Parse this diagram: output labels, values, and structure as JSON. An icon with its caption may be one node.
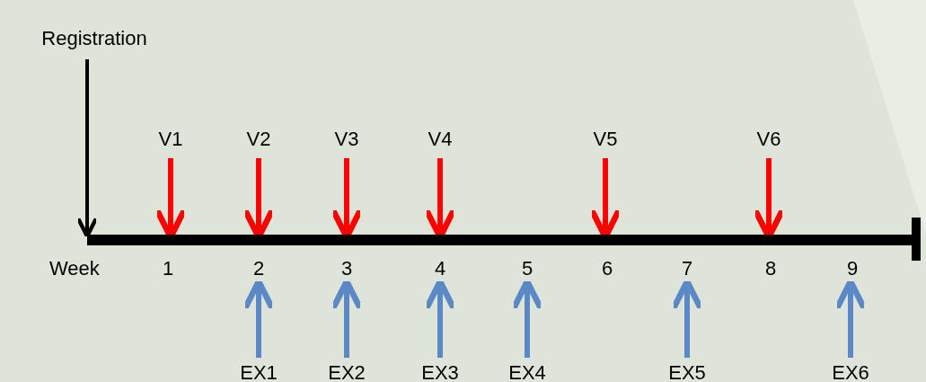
{
  "diagram": {
    "nodes": [
      {
        "text": [
          "Registration"
        ]
      },
      {
        "text": [
          "V1"
        ]
      },
      {
        "text": [
          "V2"
        ]
      },
      {
        "text": [
          "V3"
        ]
      },
      {
        "text": [
          "V4"
        ]
      },
      {
        "text": [
          "V5"
        ]
      },
      {
        "text": [
          "V6"
        ]
      },
      {
        "text": [],
        "shape": "bar"
      },
      {
        "text": [
          "EX1"
        ]
      },
      {
        "text": [
          "EX2"
        ]
      },
      {
        "text": [
          "EX3"
        ]
      },
      {
        "text": [
          "EX4"
        ]
      },
      {
        "text": [
          "EX5"
        ]
      },
      {
        "text": [
          "EX6"
        ]
      }
    ],
    "edges": [
      {
        "from": 0,
        "to": 7,
        "arrow": "to",
        "color": "#000000"
      },
      {
        "from": 1,
        "to": 7,
        "arrow": "to",
        "color": "#ff0000"
      },
      {
        "from": 2,
        "to": 7,
        "arrow": "to",
        "color": "#ff0000"
      },
      {
        "from": 3,
        "to": 7,
        "arrow": "to",
        "color": "#ff0000"
      },
      {
        "from": 4,
        "to": 7,
        "arrow": "to",
        "color": "#ff0000"
      },
      {
        "from": 5,
        "to": 7,
        "arrow": "to",
        "color": "#ff0000"
      },
      {
        "from": 6,
        "to": 7,
        "arrow": "to",
        "color": "#ff0000"
      },
      {
        "from": 8,
        "to": 7,
        "arrow": "to",
        "color": "#5b88c6"
      },
      {
        "from": 9,
        "to": 7,
        "arrow": "to",
        "color": "#5b88c6"
      },
      {
        "from": 10,
        "to": 7,
        "arrow": "to",
        "color": "#5b88c6"
      },
      {
        "from": 11,
        "to": 7,
        "arrow": "to",
        "color": "#5b88c6"
      },
      {
        "from": 12,
        "to": 7,
        "arrow": "to",
        "color": "#5b88c6"
      },
      {
        "from": 13,
        "to": 7,
        "arrow": "to",
        "color": "#5b88c6"
      }
    ],
    "labels": [
      "Week",
      "1",
      "2",
      "3",
      "4",
      "5",
      "6",
      "7",
      "8",
      "9"
    ]
  }
}
